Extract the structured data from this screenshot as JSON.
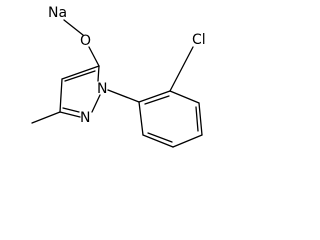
{
  "structure": {
    "atoms": {
      "sodium": "Na",
      "oxygen": "O",
      "chlorine": "Cl",
      "ring_nitrogen_1": "N",
      "ring_nitrogen_2": "N"
    }
  },
  "colors": {
    "bond": "#000000",
    "label": "#000000",
    "background": "#ffffff"
  }
}
